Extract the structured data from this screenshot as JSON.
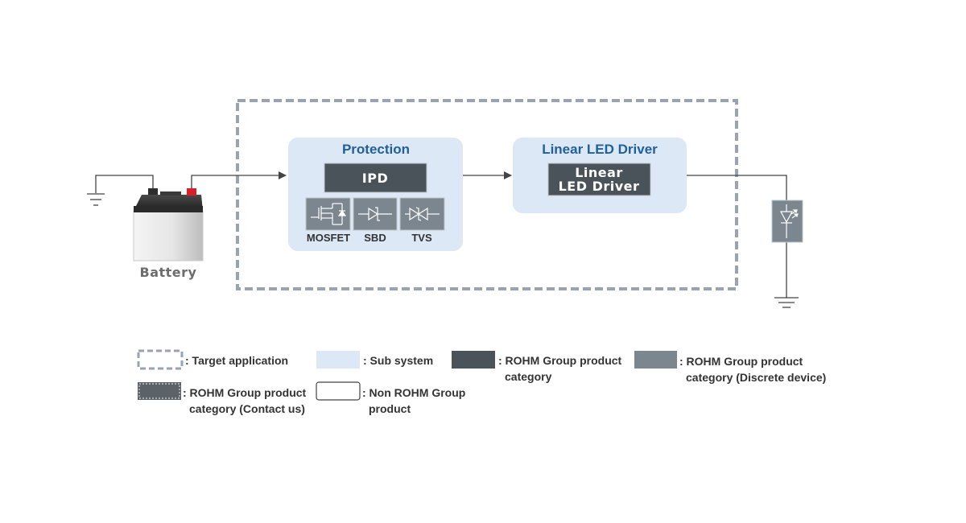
{
  "diagram": {
    "battery_label": "Battery",
    "protection": {
      "title": "Protection",
      "ipd_label": "IPD",
      "discretes": [
        "MOSFET",
        "SBD",
        "TVS"
      ]
    },
    "led_driver": {
      "title": "Linear LED Driver",
      "block_label_line1": "Linear",
      "block_label_line2": "LED Driver"
    }
  },
  "legend": {
    "target_application": ": Target application",
    "sub_system": ": Sub system",
    "rohm_product_line1": ": ROHM Group product",
    "rohm_product_line2": "category",
    "rohm_discrete_line1": ": ROHM Group product",
    "rohm_discrete_line2": "category (Discrete device)",
    "rohm_contact_line1": ": ROHM Group product",
    "rohm_contact_line2": "category (Contact us)",
    "non_rohm_line1": ": Non ROHM Group",
    "non_rohm_line2": "product"
  },
  "colors": {
    "subsystem_fill": "#dce8f5",
    "rohm_product": "#4a5359",
    "rohm_discrete": "#7b868e",
    "target_dash": "#9aa3b3",
    "heading": "#1f5f9c",
    "wire": "#444444"
  }
}
